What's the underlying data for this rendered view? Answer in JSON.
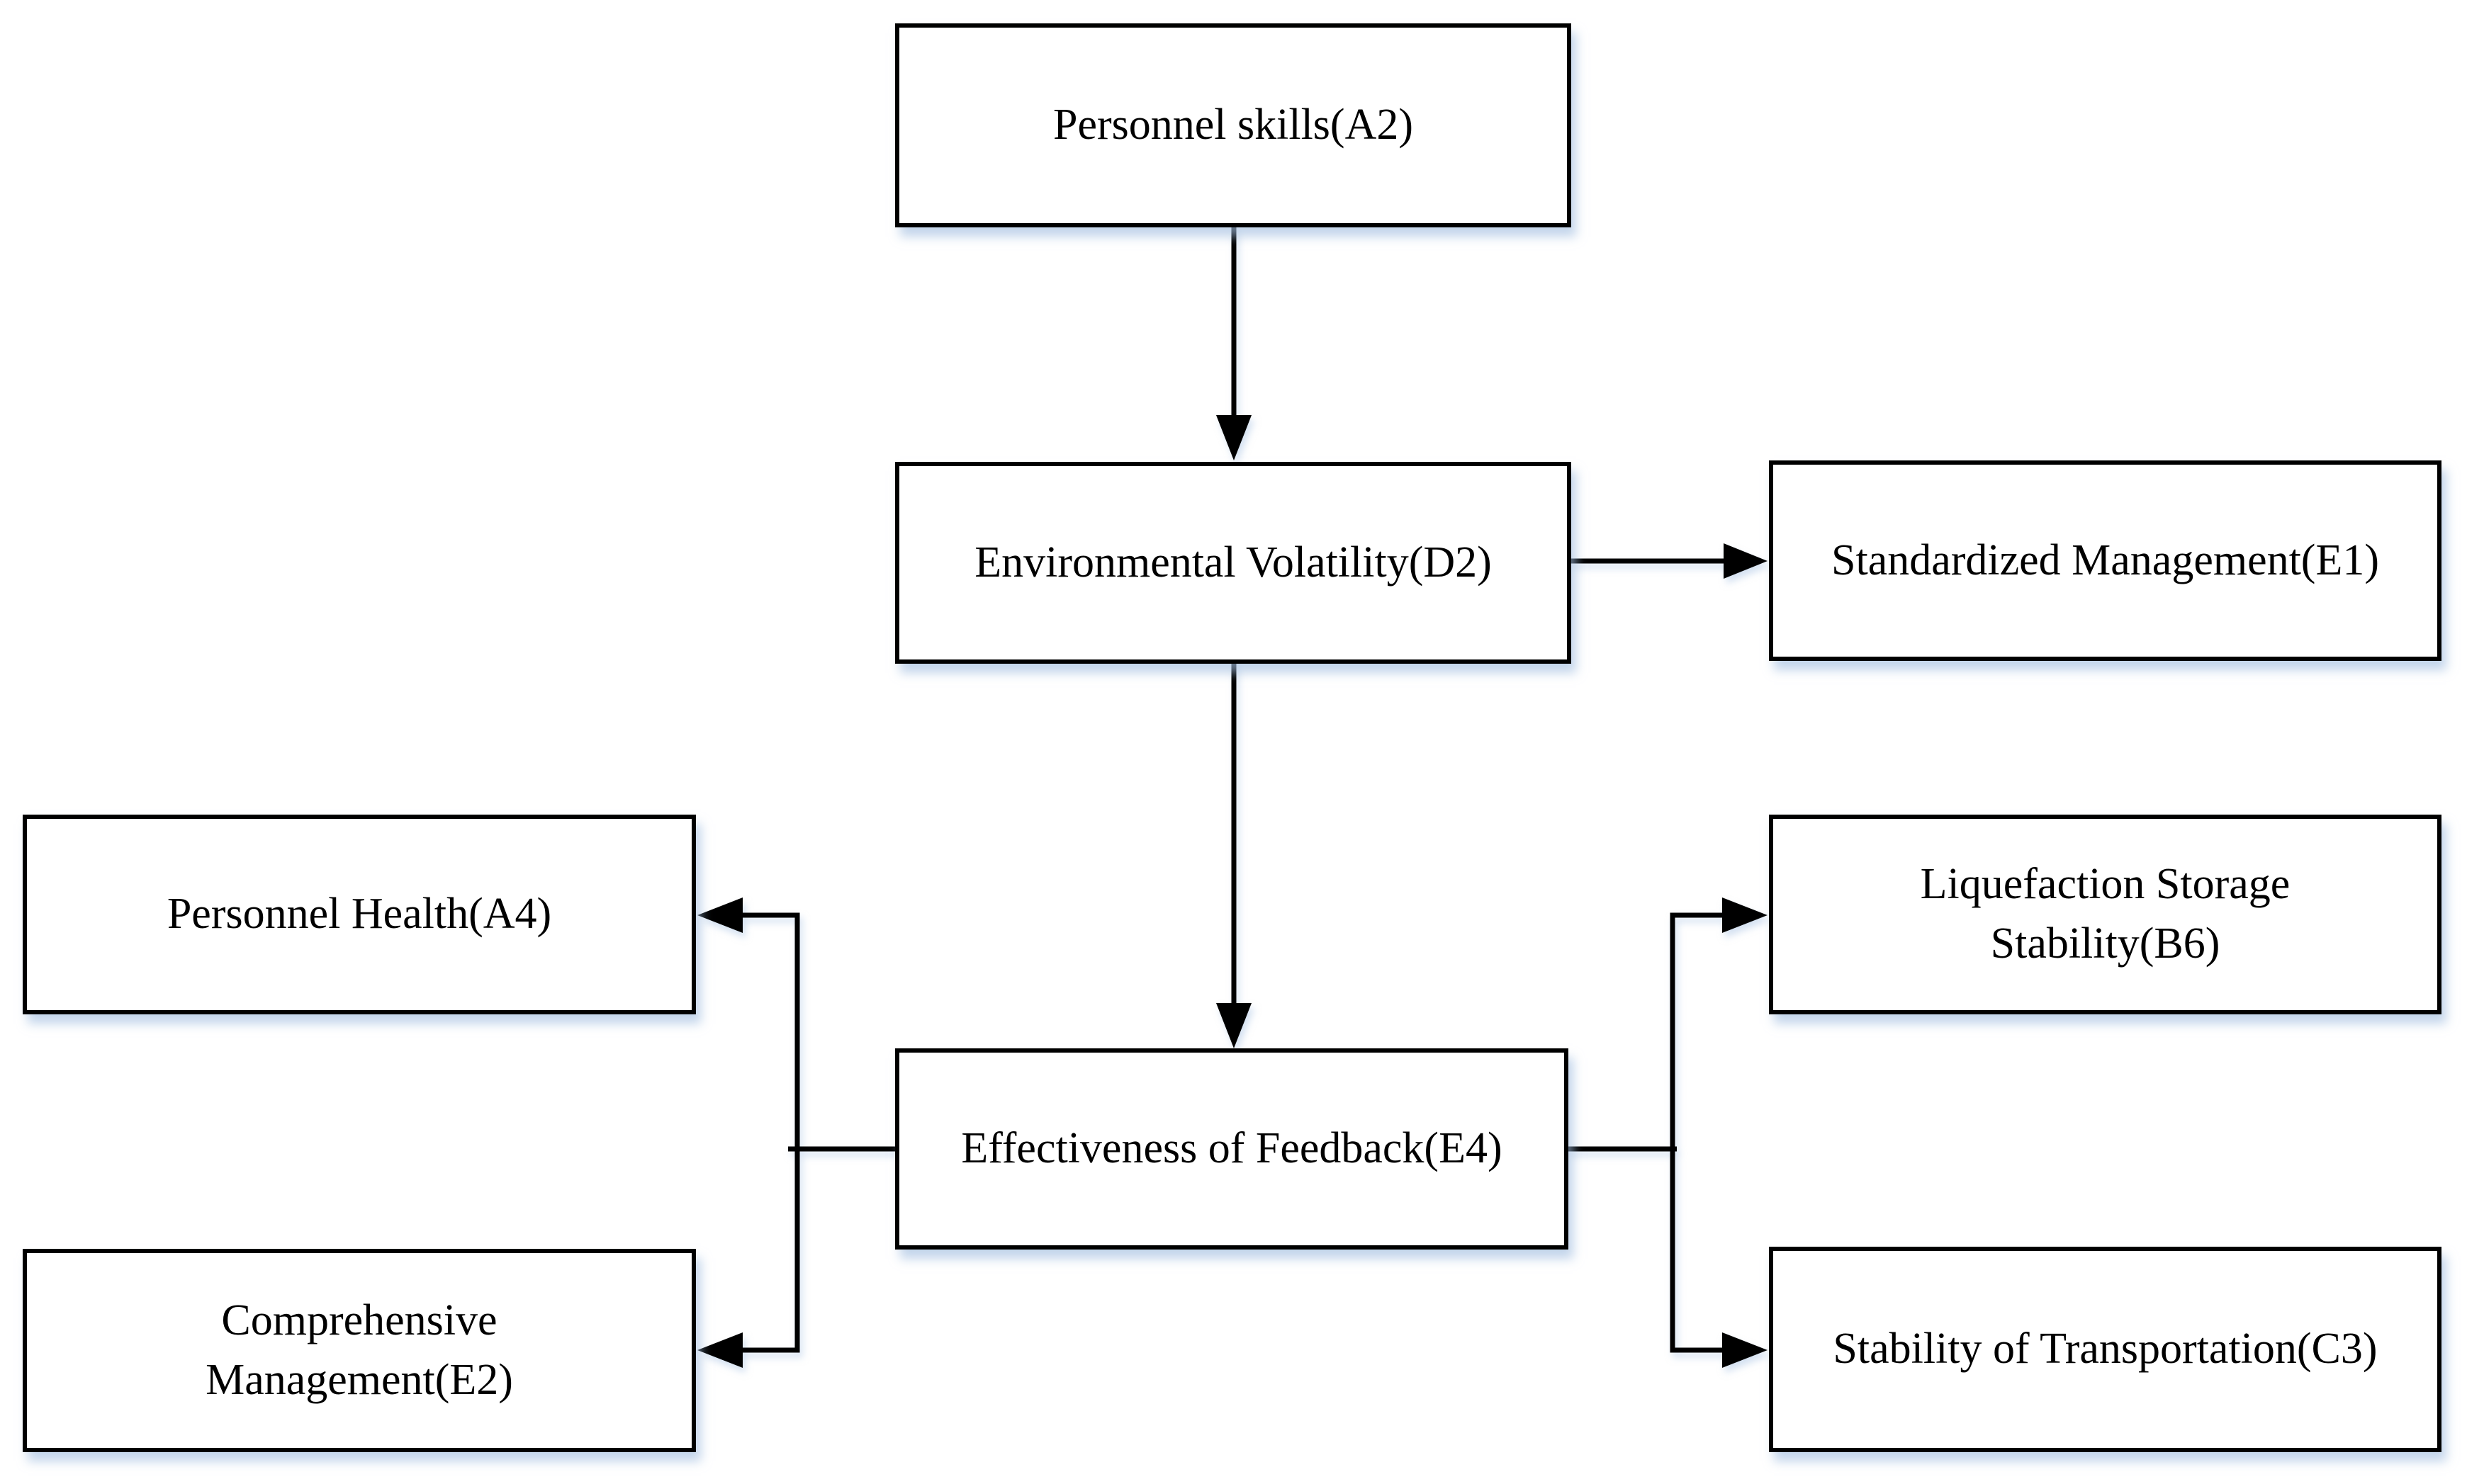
{
  "diagram": {
    "type": "flowchart",
    "background": "#ffffff",
    "nodes": {
      "a2": {
        "label": "Personnel skills(A2)"
      },
      "d2": {
        "label": "Environmental Volatility(D2)"
      },
      "e1": {
        "label": "Standardized Management(E1)"
      },
      "e4": {
        "label": "Effectiveness of Feedback(E4)"
      },
      "a4": {
        "label": "Personnel Health(A4)"
      },
      "e2": {
        "label": "Comprehensive\nManagement(E2)"
      },
      "b6": {
        "label": "Liquefaction Storage\nStability(B6)"
      },
      "c3": {
        "label": "Stability of Transportation(C3)"
      }
    },
    "edges": [
      {
        "from": "Personnel skills(A2)",
        "to": "Environmental Volatility(D2)",
        "direction": "down"
      },
      {
        "from": "Environmental Volatility(D2)",
        "to": "Standardized Management(E1)",
        "direction": "right"
      },
      {
        "from": "Environmental Volatility(D2)",
        "to": "Effectiveness of Feedback(E4)",
        "direction": "down"
      },
      {
        "from": "Effectiveness of Feedback(E4)",
        "to": "Personnel Health(A4)",
        "direction": "left"
      },
      {
        "from": "Effectiveness of Feedback(E4)",
        "to": "Comprehensive Management(E2)",
        "direction": "left"
      },
      {
        "from": "Effectiveness of Feedback(E4)",
        "to": "Liquefaction Storage Stability(B6)",
        "direction": "right"
      },
      {
        "from": "Effectiveness of Feedback(E4)",
        "to": "Stability of Transportation(C3)",
        "direction": "right"
      }
    ],
    "style": {
      "box_fill": "#ffffff",
      "box_border_color": "#000000",
      "line_color": "#000000",
      "text_color": "#000000",
      "shadow_color": "#a3bee1"
    }
  }
}
